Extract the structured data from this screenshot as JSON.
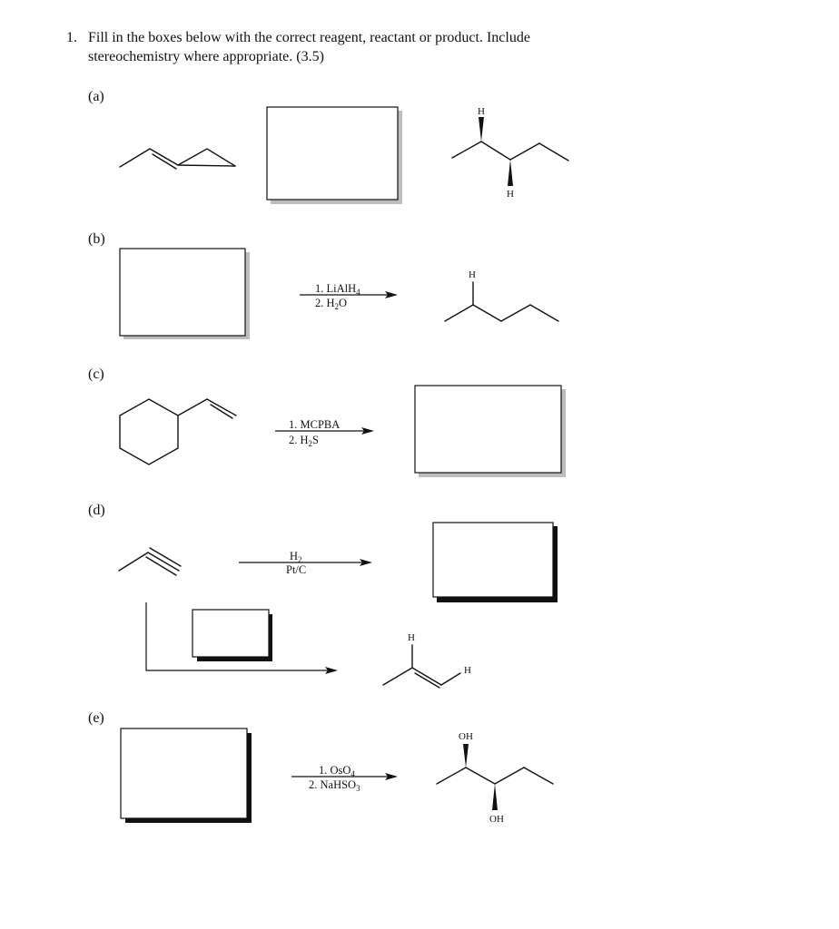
{
  "question": {
    "number": "1.",
    "line1": "Fill in the boxes below with the correct reagent, reactant or product.  Include",
    "line2": "stereochemistry where appropriate. (3.5)"
  },
  "parts": {
    "a": {
      "label": "(a)",
      "atoms": {
        "top_h": "H",
        "bottom_h": "H"
      }
    },
    "b": {
      "label": "(b)",
      "reagent1": "1. LiAlH",
      "reagent1_sub": "4",
      "reagent2": "2. H",
      "reagent2_sub": "2",
      "reagent2_tail": "O",
      "atoms": {
        "h": "H"
      }
    },
    "c": {
      "label": "(c)",
      "reagent1": "1. MCPBA",
      "reagent2": "2. H",
      "reagent2_sub": "2",
      "reagent2_tail": "S"
    },
    "d": {
      "label": "(d)",
      "reagent1": "H",
      "reagent1_sub": "2",
      "reagent2": "Pt/C",
      "atoms": {
        "h1": "H",
        "h2": "H"
      }
    },
    "e": {
      "label": "(e)",
      "reagent1": "1. OsO",
      "reagent1_sub": "4",
      "reagent2": "2. NaHSO",
      "reagent2_sub": "3",
      "atoms": {
        "oh_top": "OH",
        "oh_bottom": "OH"
      }
    }
  }
}
